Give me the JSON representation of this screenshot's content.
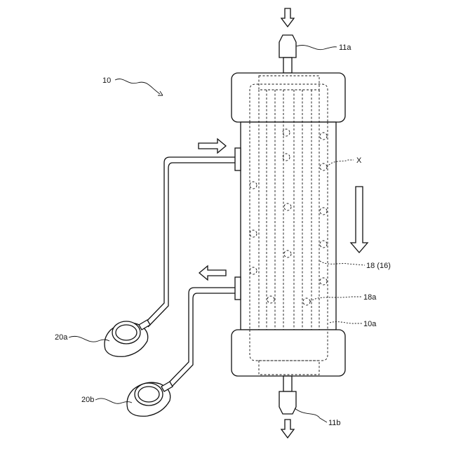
{
  "labels": {
    "device": "10",
    "top_port": "11a",
    "bottom_port": "11b",
    "hole": "X",
    "fiber_bundle": "18 (16)",
    "fiber_end": "18a",
    "housing": "10a",
    "bag_a": "20a",
    "bag_b": "20b"
  },
  "colors": {
    "line": "#111111",
    "background": "#ffffff"
  }
}
